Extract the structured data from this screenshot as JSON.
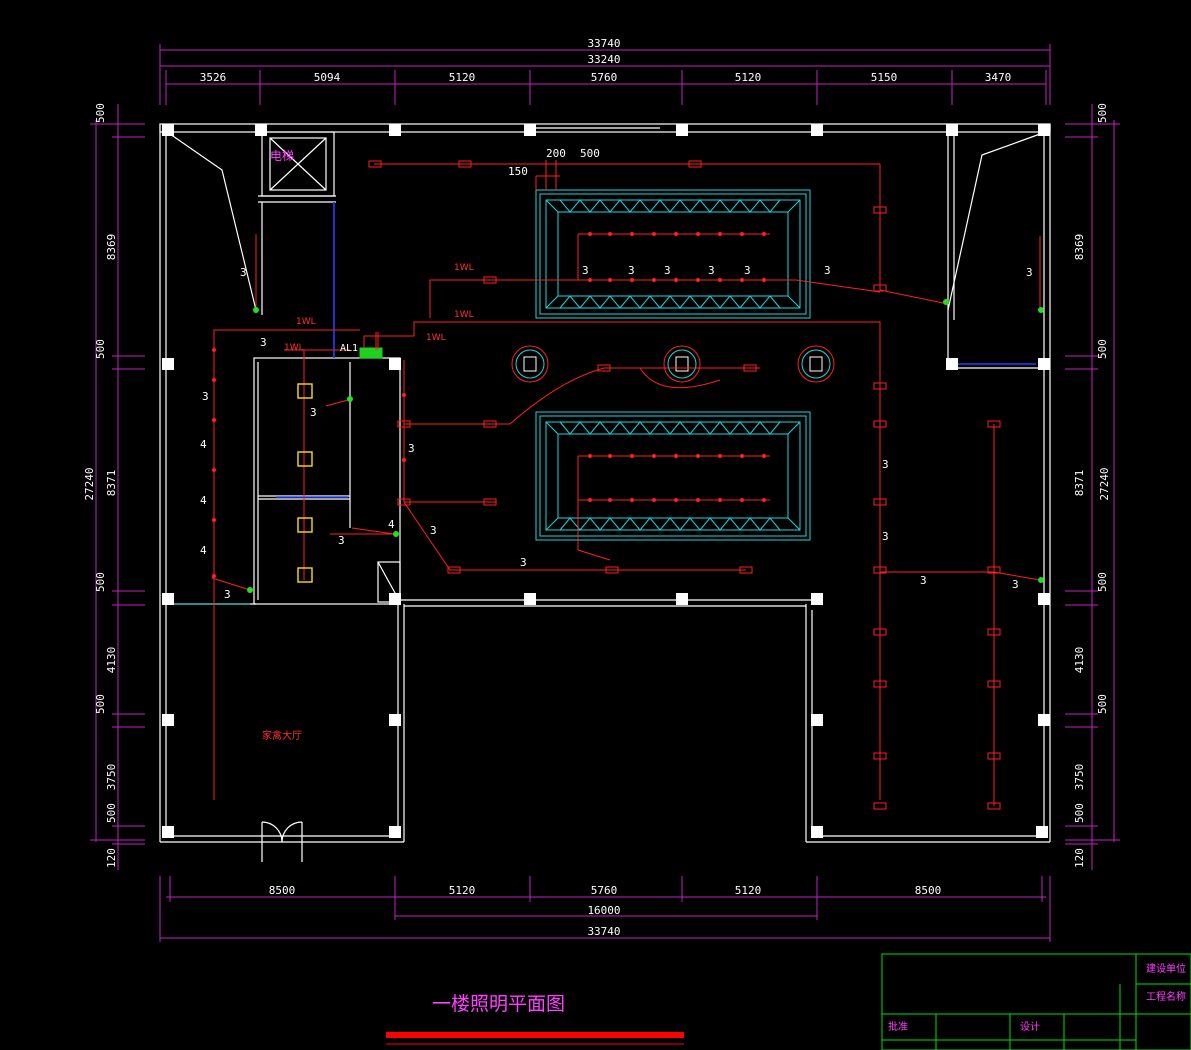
{
  "title": "一楼照明平面图",
  "rooms": {
    "elevator": "电梯",
    "lobby": "家禽大厅",
    "panel": "AL1"
  },
  "dims": {
    "top_total_outer": "33740",
    "top_total_inner": "33240",
    "top_segments": [
      "3526",
      "5094",
      "5120",
      "5760",
      "5120",
      "5150",
      "3470"
    ],
    "bottom_segments": [
      "8500",
      "5120",
      "5760",
      "5120",
      "8500"
    ],
    "bottom_mid": "16000",
    "bottom_total": "33740",
    "left_segments": [
      "500",
      "8369",
      "500",
      "8371",
      "500",
      "4130",
      "500",
      "3750",
      "500",
      "120"
    ],
    "left_total": "27240",
    "right_segments": [
      "500",
      "8369",
      "500",
      "8371",
      "500",
      "4130",
      "500",
      "3750",
      "500",
      "120"
    ],
    "right_total": "27240",
    "ceiling_detail": [
      "200",
      "500",
      "150"
    ]
  },
  "circuits": [
    "1WL",
    "1WL",
    "1WL",
    "1WL",
    "1WL"
  ],
  "wire_counts": [
    "3",
    "4"
  ],
  "title_block": {
    "row1": "建设单位",
    "row2": "工程名称",
    "approve": "批准",
    "design": "设计"
  },
  "colors": {
    "wall": "#ffffff",
    "dimension": "#c024c0",
    "wiring": "#ff2020",
    "ceiling": "#18d8e0",
    "title_block": "#00e000",
    "title_underline": "#ff0000"
  }
}
